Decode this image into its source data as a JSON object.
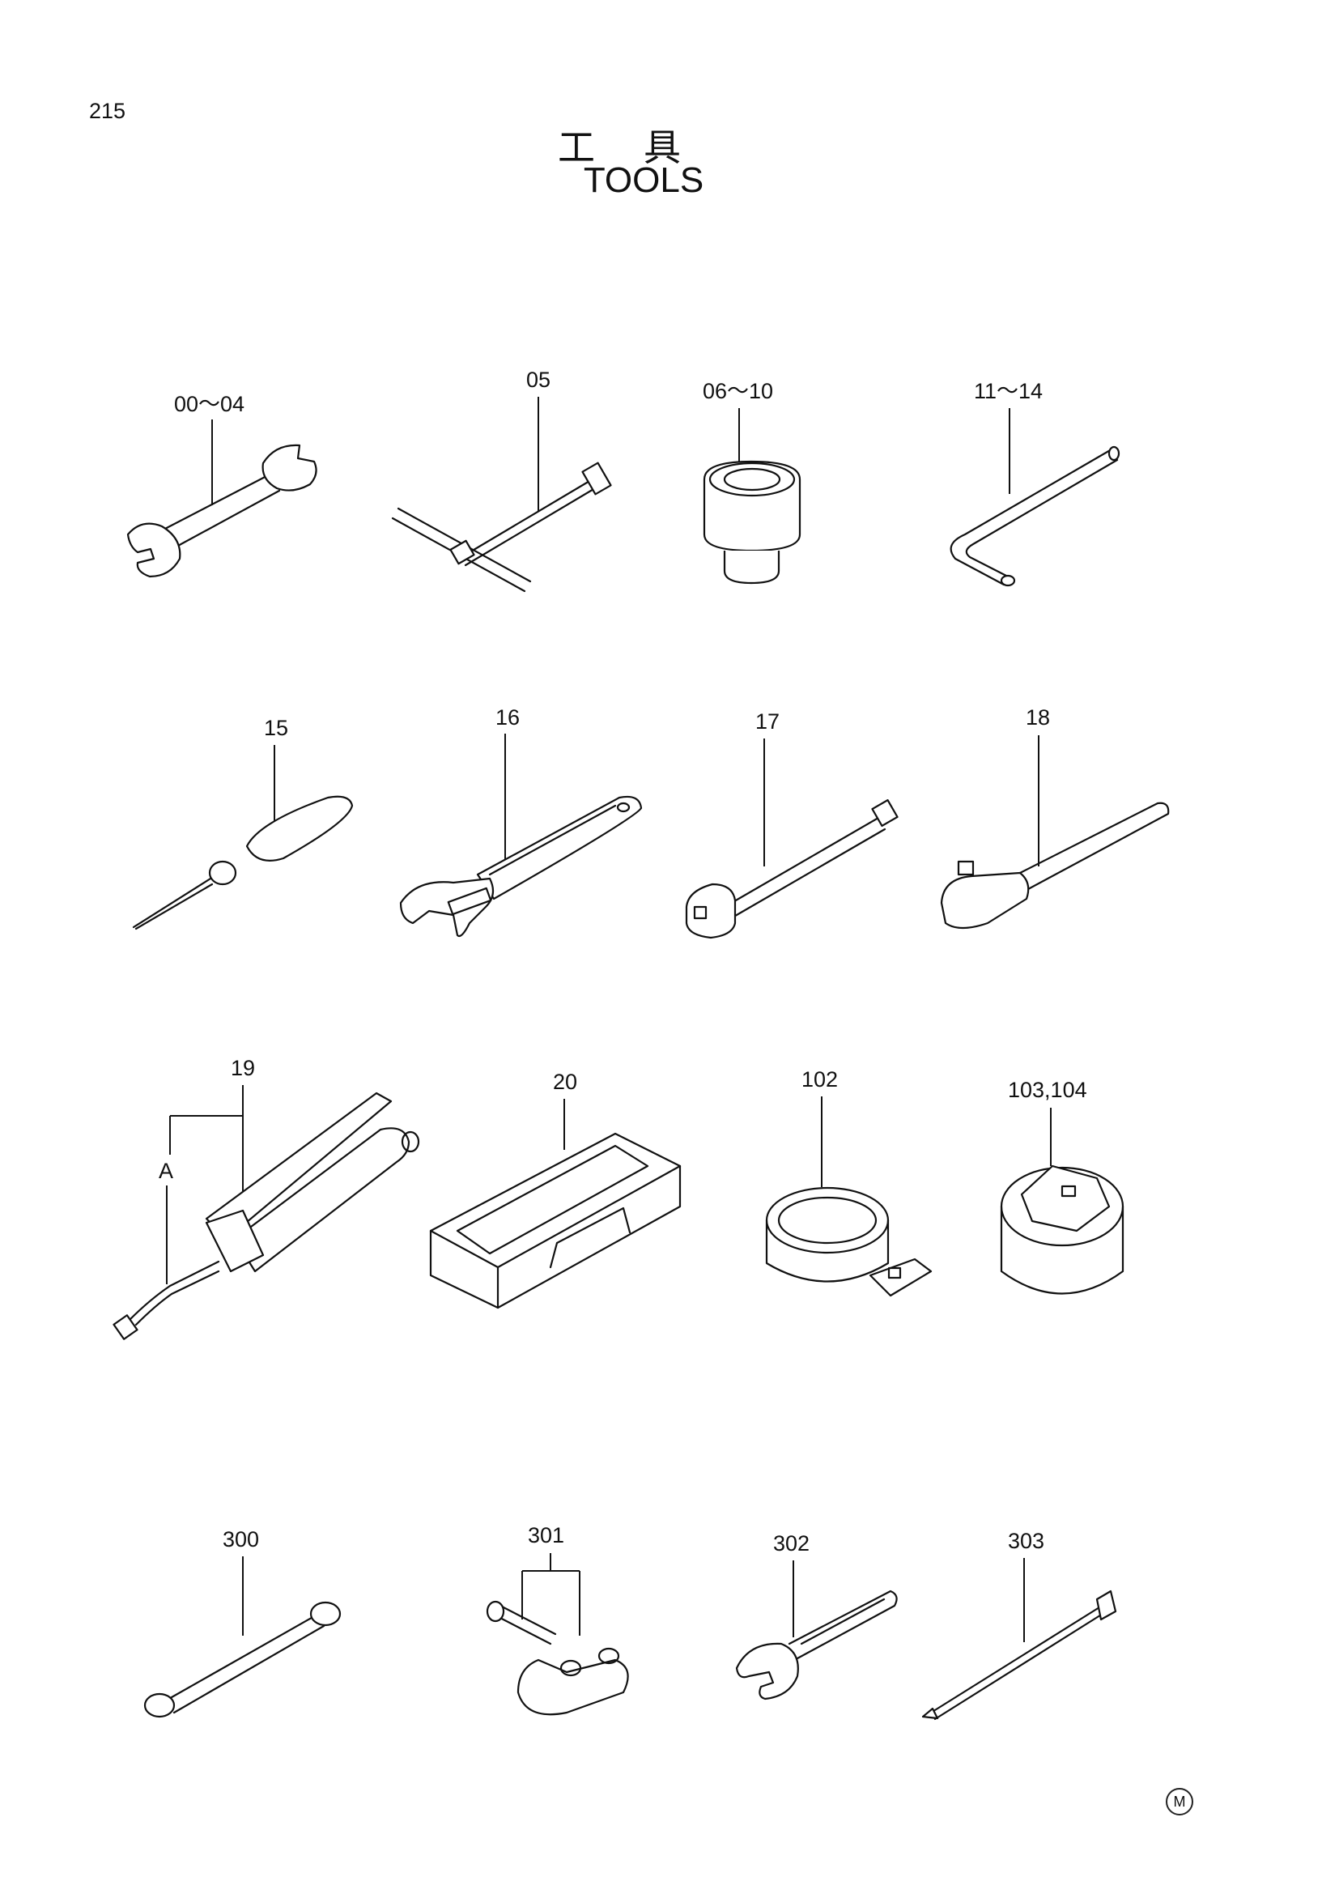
{
  "page": {
    "number": "215",
    "title_jp": "工具",
    "title_en": "TOOLS",
    "mark": "M"
  },
  "items": [
    {
      "label": "00～04",
      "tool": "double-open-end-wrench"
    },
    {
      "label": "05",
      "tool": "t-handle-box-wrench"
    },
    {
      "label": "06～10",
      "tool": "socket"
    },
    {
      "label": "11～14",
      "tool": "hex-key"
    },
    {
      "label": "15",
      "tool": "screwdriver"
    },
    {
      "label": "16",
      "tool": "adjustable-wrench"
    },
    {
      "label": "17",
      "tool": "extension-bar"
    },
    {
      "label": "18",
      "tool": "ratchet-handle"
    },
    {
      "label": "19",
      "tool": "grease-gun",
      "sub_label": "A"
    },
    {
      "label": "20",
      "tool": "tool-box"
    },
    {
      "label": "102",
      "tool": "filter-wrench"
    },
    {
      "label": "103,104",
      "tool": "filter-cap-wrench"
    },
    {
      "label": "300",
      "tool": "box-end-wrench"
    },
    {
      "label": "301",
      "tool": "pin-and-shackle"
    },
    {
      "label": "302",
      "tool": "open-end-wrench"
    },
    {
      "label": "303",
      "tool": "bar"
    }
  ]
}
